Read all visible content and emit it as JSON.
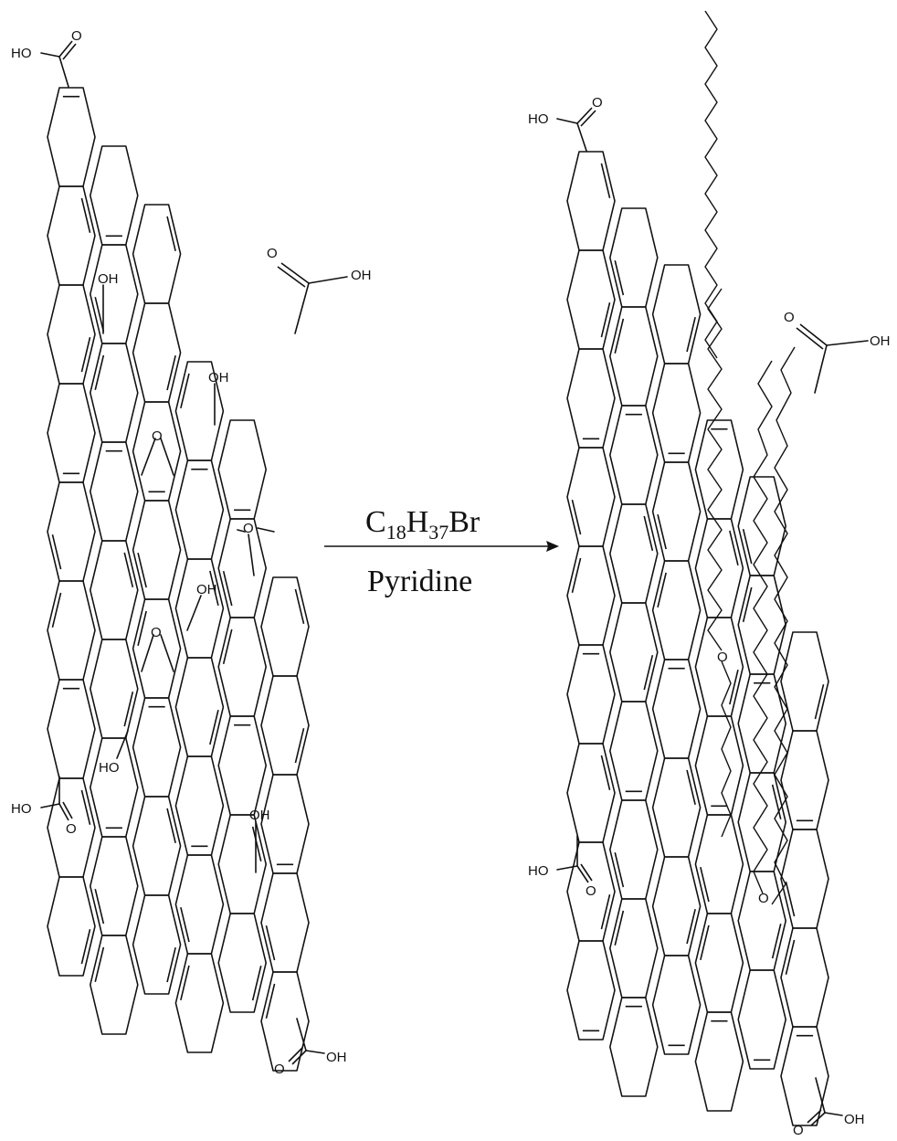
{
  "reaction": {
    "reagent": {
      "c": "C",
      "c_sub": "18",
      "h": "H",
      "h_sub": "37",
      "br": "Br"
    },
    "solvent": "Pyridine"
  },
  "labels": {
    "cooh_left": "HO",
    "cooh_right": "OH",
    "hydroxyl": "OH",
    "hydroxyl_alt": "HO",
    "ether_o": "O",
    "carbonyl_o": "O"
  }
}
